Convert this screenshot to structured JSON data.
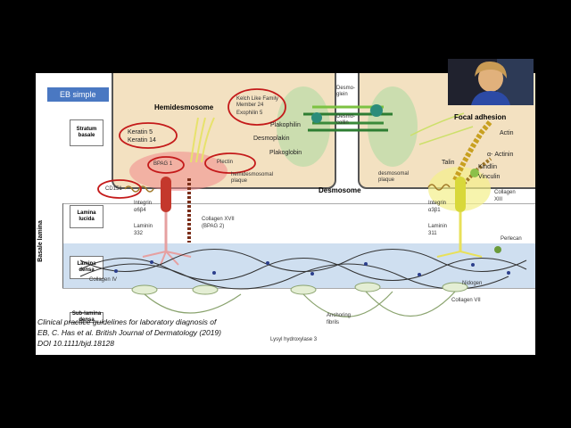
{
  "tag": "EB simple",
  "rows": {
    "stratum_basale": "Stratum basale",
    "lamina_lucida": "Lamina lucida",
    "lamina_densa": "Lamina densa",
    "sub_lamina": "Sub-lamina densa",
    "basale_lamina": "Basale lamina"
  },
  "titles": {
    "hemidesmosome": "Hemidesmosome",
    "desmosome": "Desmosome",
    "focal_adhesion": "Focal adhesion"
  },
  "labels": {
    "klhl": "Kelch Like Family Member 24",
    "exophilin": "Exophilin 5",
    "keratin": "Keratin 5 Keratin 14",
    "bpag1": "BPAG 1",
    "plectin": "Plectin",
    "hd_plaque": "hemidesmosomal plaque",
    "cd151": "CD151",
    "integrin_a6b4": "Integrin α6β4",
    "laminin332": "Laminin 332",
    "collagen17": "Collagen XVII (BPAG 2)",
    "desmoglein": "Desmo-glein",
    "desmocollin": "Desmo-collin",
    "plakophilin": "Plakophilin",
    "desmoplakin": "Desmoplakin",
    "plakoglobin": "Plakoglobin",
    "desmosomal_plaque": "desmosomal plaque",
    "actin": "Actin",
    "a_actinin": "α- Actinin",
    "talin": "Talin",
    "kindlin": "Kindlin",
    "vinculin": "Vinculin",
    "collagen13": "Collagen XIII",
    "integrin_a3b1": "Integrin α3β1",
    "laminin311": "Laminin 311",
    "perlecan": "Perlecan",
    "collagen4": "Collagen IV",
    "nidogen": "Nidogen",
    "collagen7": "Collagen VII",
    "anchoring_fibrils": "Anchoring fibrils",
    "lysyl": "Lysyl hydroxylase 3"
  },
  "citation": {
    "line1": "Clinical practice guidelines for laboratory diagnosis of",
    "line2": "EB, C. Has et al. British Journal of Dermatology (2019)",
    "line3": "DOI 10.1111/bjd.18128"
  },
  "colors": {
    "cell_fill": "#f3e1c1",
    "lamina_densa": "#cfdff0",
    "tag_blue": "#4a78c2",
    "highlight_red": "#c41a1a",
    "hemidesmosome_glow": "#f08a8a",
    "focal_glow": "#f4f08a",
    "desmosome_green": "#b9dca6"
  }
}
